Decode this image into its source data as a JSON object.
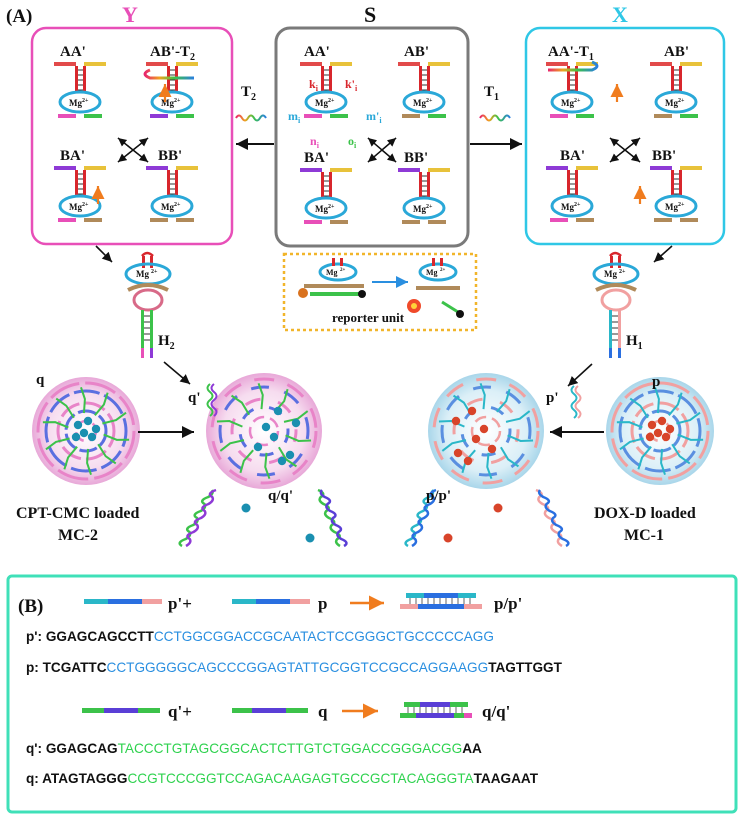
{
  "panel_a": {
    "label": "(A)",
    "group_y": {
      "title": "Y",
      "cells": [
        "AA'",
        "AB'-T",
        "BA'",
        "BB'"
      ],
      "subscript": "2"
    },
    "group_s": {
      "title": "S",
      "cells": [
        "AA'",
        "AB'",
        "BA'",
        "BB'"
      ]
    },
    "group_x": {
      "title": "X",
      "cells": [
        "AA'-T",
        "AB'",
        "BA'",
        "BB'"
      ],
      "subscript": "1"
    },
    "ion_label": "Mg2+",
    "strand_labels": {
      "k": "k",
      "k_prime": "k'",
      "m": "m",
      "m_prime": "m'",
      "n": "n",
      "o": "o",
      "sub": "i"
    },
    "triggers": {
      "t2": "T",
      "t2_sub": "2",
      "t1": "T",
      "t1_sub": "1"
    },
    "hairpins": {
      "h2": "H",
      "h2_sub": "2",
      "h1": "H",
      "h1_sub": "1"
    },
    "reporter_label": "reporter unit",
    "micelles": {
      "q": "q",
      "q_prime": "q'",
      "qq": "q/q'",
      "p": "p",
      "p_prime": "p'",
      "pp": "p/p'",
      "left_caption": [
        "CPT-CMC loaded",
        "MC-2"
      ],
      "right_caption": [
        "DOX-D loaded",
        "MC-1"
      ]
    },
    "colors": {
      "y_border": "#e84fb8",
      "s_border": "#7a7a7a",
      "x_border": "#2fc7e6",
      "mg_ring": "#2aa8d8",
      "stem": "#d8262c",
      "arrow_orange": "#f07c1e"
    }
  },
  "panel_b": {
    "label": "(B)",
    "row1": {
      "left": "p'",
      "plus": "+",
      "right": "p",
      "product": "p/p'"
    },
    "row2": {
      "left": "q'",
      "plus": "+",
      "right": "q",
      "product": "q/q'"
    },
    "sequences": {
      "p_prime": {
        "label": "p': ",
        "black1": "GGAGCAGCCTT",
        "colored": "CCTGGCGGACCGCAATACTCCGGGCTGCCCCCAGG",
        "black2": ""
      },
      "p": {
        "label": "p: ",
        "black1": "TCGATTC",
        "colored": "CCTGGGGGCAGCCCGGAGTATTGCGGTCCGCCAGGAAGG",
        "black2": "TAGTTGGT"
      },
      "q_prime": {
        "label": "q': ",
        "black1": "GGAGCAG",
        "colored": "TACCCTGTAGCGGCACTCTTGTCTGGACCGGGACGG",
        "black2": "AA"
      },
      "q": {
        "label": "q: ",
        "black1": "ATAGTAGGG",
        "colored": "CCGTCCCGGTCCAGACAAGAGTGCCGCTACAGGGTA",
        "black2": "TAAGAAT"
      }
    },
    "colors": {
      "border": "#3fe0b8",
      "p_seq": "#2a8fe0",
      "q_seq": "#2fd24f"
    }
  }
}
